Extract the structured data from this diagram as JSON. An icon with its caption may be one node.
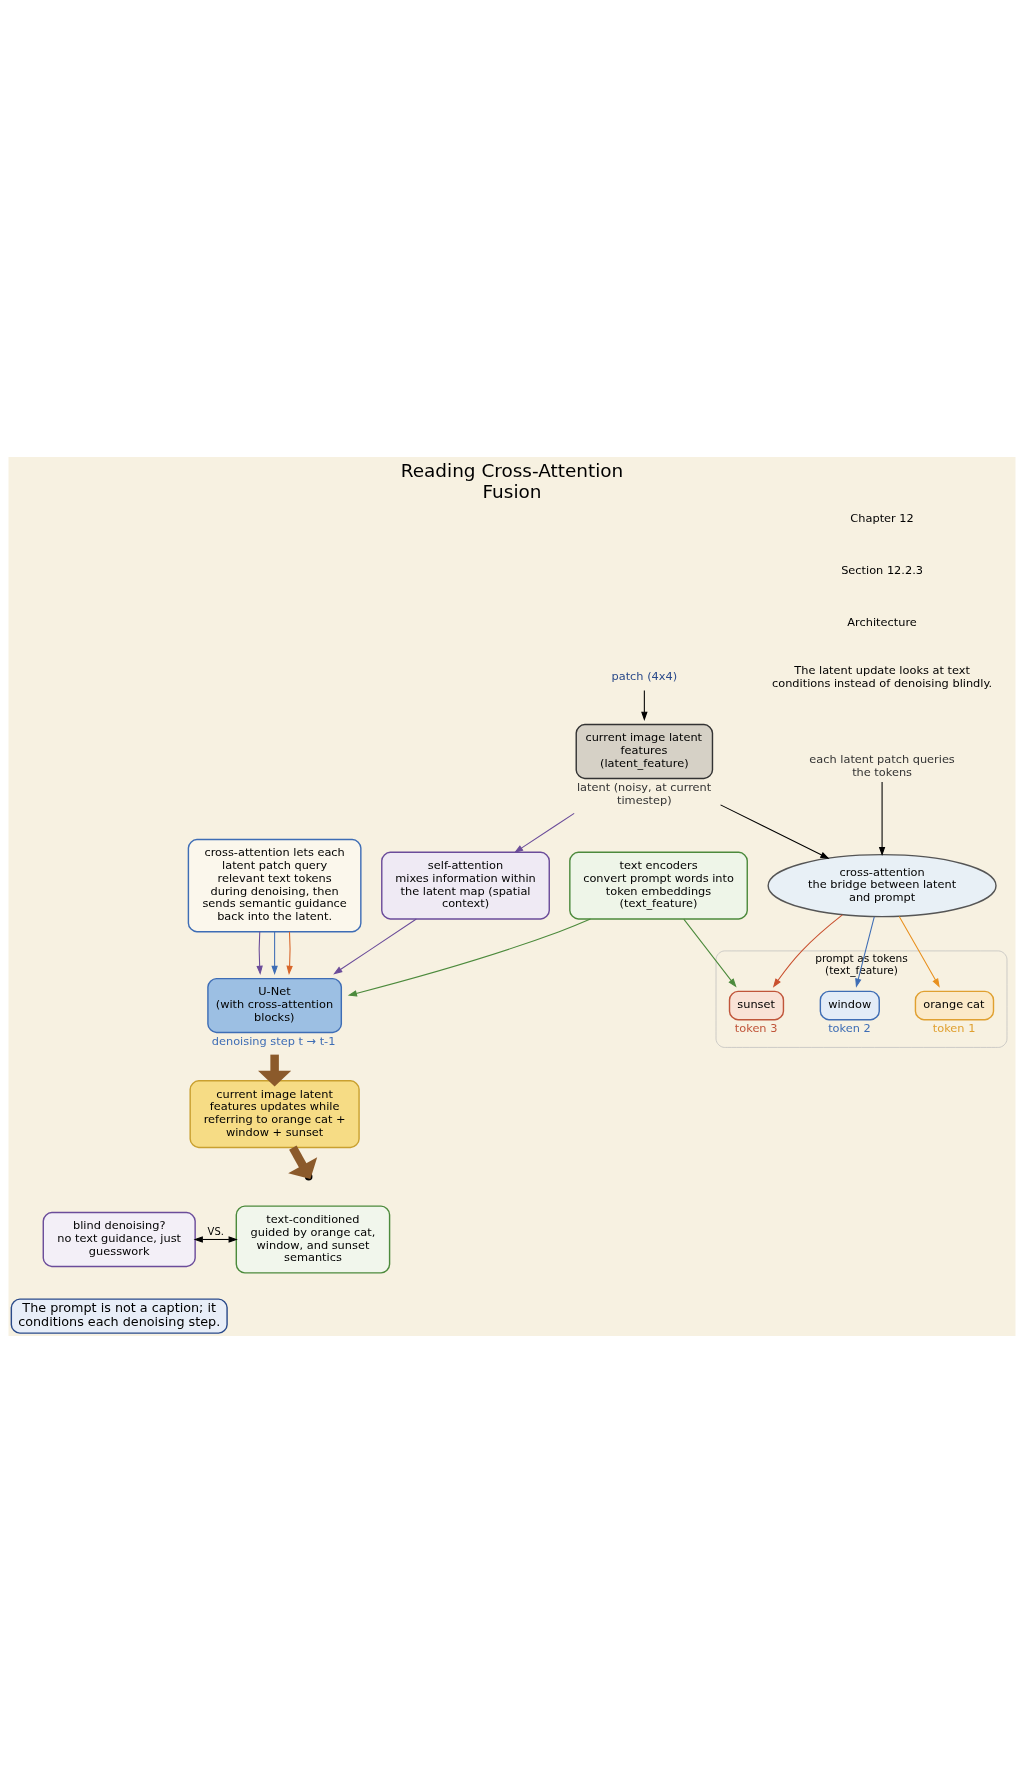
{
  "diagram": {
    "title": "Reading Cross-Attention Fusion",
    "caption": "The prompt is not a caption; it conditions each denoising step.",
    "nodes": [
      {
        "text": [
          "current image latent features",
          "(latent_feature)"
        ],
        "beside": [
          "latent (noisy, at current timestep)"
        ]
      },
      {
        "text": [
          "patch (4x4)"
        ]
      },
      {
        "text": [
          "each latent patch queries the tokens"
        ]
      },
      {
        "text": [
          "cross-attention",
          "the bridge between latent and prompt"
        ]
      },
      {
        "text": [
          "prompt as tokens",
          "(text_feature)"
        ]
      },
      {
        "text": [
          "orange cat"
        ],
        "beside": [
          "token 1"
        ],
        "in": 4
      },
      {
        "text": [
          "window"
        ],
        "beside": [
          "token 2"
        ],
        "in": 4
      },
      {
        "text": [
          "sunset"
        ],
        "beside": [
          "token 3"
        ],
        "in": 4
      },
      {
        "text": [
          "cross-attention lets each latent patch query relevant text tokens during denoising, then sends semantic guidance back into the latent."
        ]
      },
      {
        "text": [
          "self-attention",
          "mixes information within the latent map (spatial context)"
        ]
      },
      {
        "text": [
          "U-Net",
          "(with cross-attention blocks)"
        ],
        "beside": [
          "denoising step t → t-1"
        ]
      },
      {
        "text": [
          "text encoders",
          "convert prompt words into token embeddings (text_feature)"
        ]
      },
      {
        "text": [
          "current image latent features updates while referring to orange cat + window + sunset"
        ]
      },
      {
        "text": [
          "blind denoising?",
          "no text guidance, just guesswork"
        ]
      },
      {
        "text": [
          "text-conditioned",
          "guided by orange cat, window, and sunset semantics"
        ]
      }
    ],
    "edges": [
      {
        "from": 1,
        "to": 0,
        "arrow": "to"
      },
      {
        "from": 0,
        "to": 3,
        "arrow": "to"
      },
      {
        "from": 2,
        "to": 3,
        "arrow": "to"
      },
      {
        "from": 3,
        "to": 5,
        "arrow": "to",
        "color": "#e8901e"
      },
      {
        "from": 3,
        "to": 6,
        "arrow": "to",
        "color": "#3e6db5"
      },
      {
        "from": 3,
        "to": 7,
        "arrow": "to",
        "color": "#c9502e"
      },
      {
        "from": 0,
        "to": 9,
        "arrow": "to",
        "color": "#6b4c9a"
      },
      {
        "from": 8,
        "to": 10,
        "arrow": "to",
        "color": "#6b4c9a"
      },
      {
        "from": 8,
        "to": 10,
        "arrow": "to",
        "color": "#3e6db5"
      },
      {
        "from": 8,
        "to": 10,
        "arrow": "to",
        "color": "#d8662a"
      },
      {
        "from": 9,
        "to": 10,
        "arrow": "to",
        "color": "#6b4c9a"
      },
      {
        "from": 11,
        "to": 7,
        "arrow": "to",
        "color": "#4c8a3c"
      },
      {
        "from": 11,
        "to": 10,
        "arrow": "to",
        "color": "#4c8a3c"
      },
      {
        "from": 10,
        "to": 12,
        "arrow": "to",
        "style": "thick",
        "color": "#8b5a2b"
      },
      {
        "from": 12,
        "to": null,
        "arrow": "to",
        "style": "thick",
        "color": "#8b5a2b"
      },
      {
        "from": 13,
        "to": 14,
        "arrow": "both",
        "label": "VS."
      }
    ],
    "labels": [
      "Chapter 12",
      "Section 12.2.3",
      "Architecture",
      "The latent update looks at text conditions instead of denoising blindly."
    ]
  }
}
